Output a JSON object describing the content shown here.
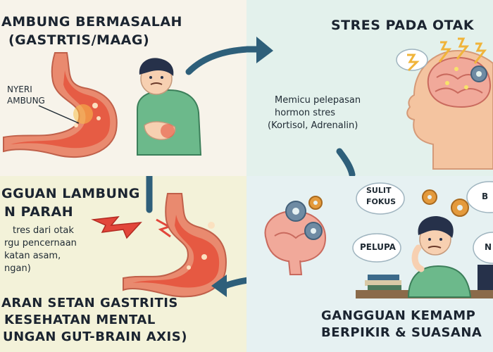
{
  "panels": {
    "top_left": {
      "title_line1": "AMBUNG BERMASALAH",
      "title_line2": "(GASTRTIS/MAAG)",
      "callout_line1": "NYERI",
      "callout_line2": "AMBUNG"
    },
    "top_right": {
      "title": "STRES PADA OTAK",
      "desc_line1": "Memicu pelepasan",
      "desc_line2": "hormon stres",
      "desc_line3": "(Kortisol, Adrenalin)"
    },
    "bottom_left": {
      "title_line1": "GGUAN LAMBUNG",
      "title_line2": "N PARAH",
      "desc_line1": "tres dari otak",
      "desc_line2": "rgu pencernaan",
      "desc_line3": "katan asam,",
      "desc_line4": "ngan)",
      "footer_line1": "ARAN SETAN GASTRITIS",
      "footer_line2": "KESEHATAN MENTAL",
      "footer_line3": "UNGAN GUT-BRAIN AXIS)"
    },
    "bottom_right": {
      "bubble_focus_line1": "SULIT",
      "bubble_focus_line2": "FOKUS",
      "bubble_forget": "PELUPA",
      "bubble_right_top": "B",
      "bubble_right_bottom": "N",
      "title_line1": "GANGGUAN KEMAMP",
      "title_line2": "BERPIKIR & SUASANA"
    }
  },
  "colors": {
    "arrow": "#2e5f7a",
    "stomach_outer": "#e98a6f",
    "stomach_inner": "#e5533d",
    "brain": "#f1a99a",
    "shirt": "#6cb98b",
    "gear": "#e49a3c",
    "gear_blue": "#6f8ba3",
    "lightning": "#f0b43a",
    "zigzag": "#e2463a"
  }
}
